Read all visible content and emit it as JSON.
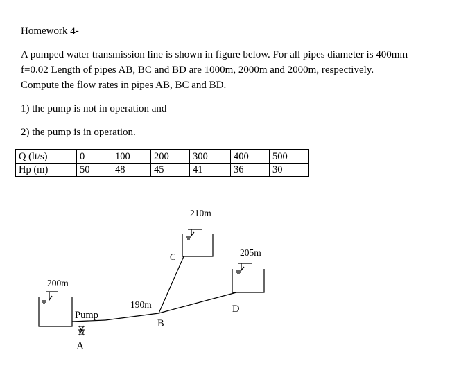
{
  "heading": "Homework 4-",
  "problem": {
    "line1": "A pumped water transmission line is shown in figure below. For all pipes diameter is 400mm",
    "line2": "f=0.02 Length of pipes AB, BC and BD are 1000m, 2000m and 2000m, respectively.",
    "line3": "Compute the flow rates in pipes AB, BC and BD."
  },
  "cases": {
    "case1": "1) the pump is  not in operation and",
    "case2": "2) the pump is in operation."
  },
  "pump_table": {
    "row1_header": "Q (lt/s)",
    "row2_header": "Hp (m)",
    "q_values": [
      "0",
      "100",
      "200",
      "300",
      "400",
      "500"
    ],
    "hp_values": [
      "50",
      "48",
      "45",
      "41",
      "36",
      "30"
    ]
  },
  "figure": {
    "reservoir_a_elevation": "200m",
    "reservoir_c_elevation": "210m",
    "reservoir_d_elevation": "205m",
    "junction_b_elevation": "190m",
    "pump_label": "Pump",
    "label_a": "A",
    "label_b": "B",
    "label_c": "C",
    "label_d": "D"
  }
}
